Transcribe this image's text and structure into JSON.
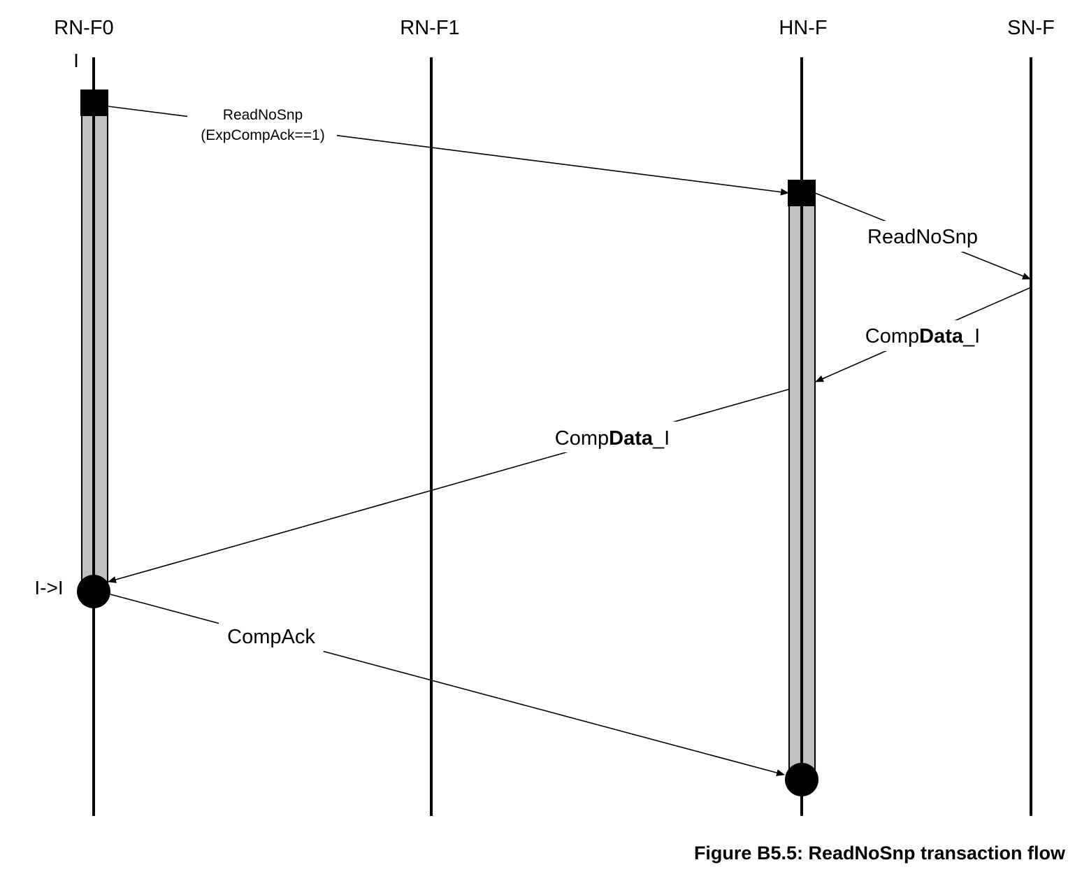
{
  "nodes": {
    "rnf0": "RN-F0",
    "rnf1": "RN-F1",
    "hnf": "HN-F",
    "snf": "SN-F"
  },
  "states": {
    "rnf0_initial": "I",
    "rnf0_transition": "I->I"
  },
  "messages": {
    "m1": {
      "line1": "ReadNoSnp",
      "line2": "(ExpCompAck==1)"
    },
    "m2": {
      "text": "ReadNoSnp"
    },
    "m3": {
      "prefix": "Comp",
      "bold": "Data",
      "suffix": "_I"
    },
    "m4": {
      "prefix": "Comp",
      "bold": "Data",
      "suffix": "_I"
    },
    "m5": {
      "text": "CompAck"
    }
  },
  "caption": "Figure B5.5: ReadNoSnp transaction flow",
  "colors": {
    "line": "#000000",
    "activation_fill": "#c0c0c0",
    "background": "#ffffff"
  }
}
